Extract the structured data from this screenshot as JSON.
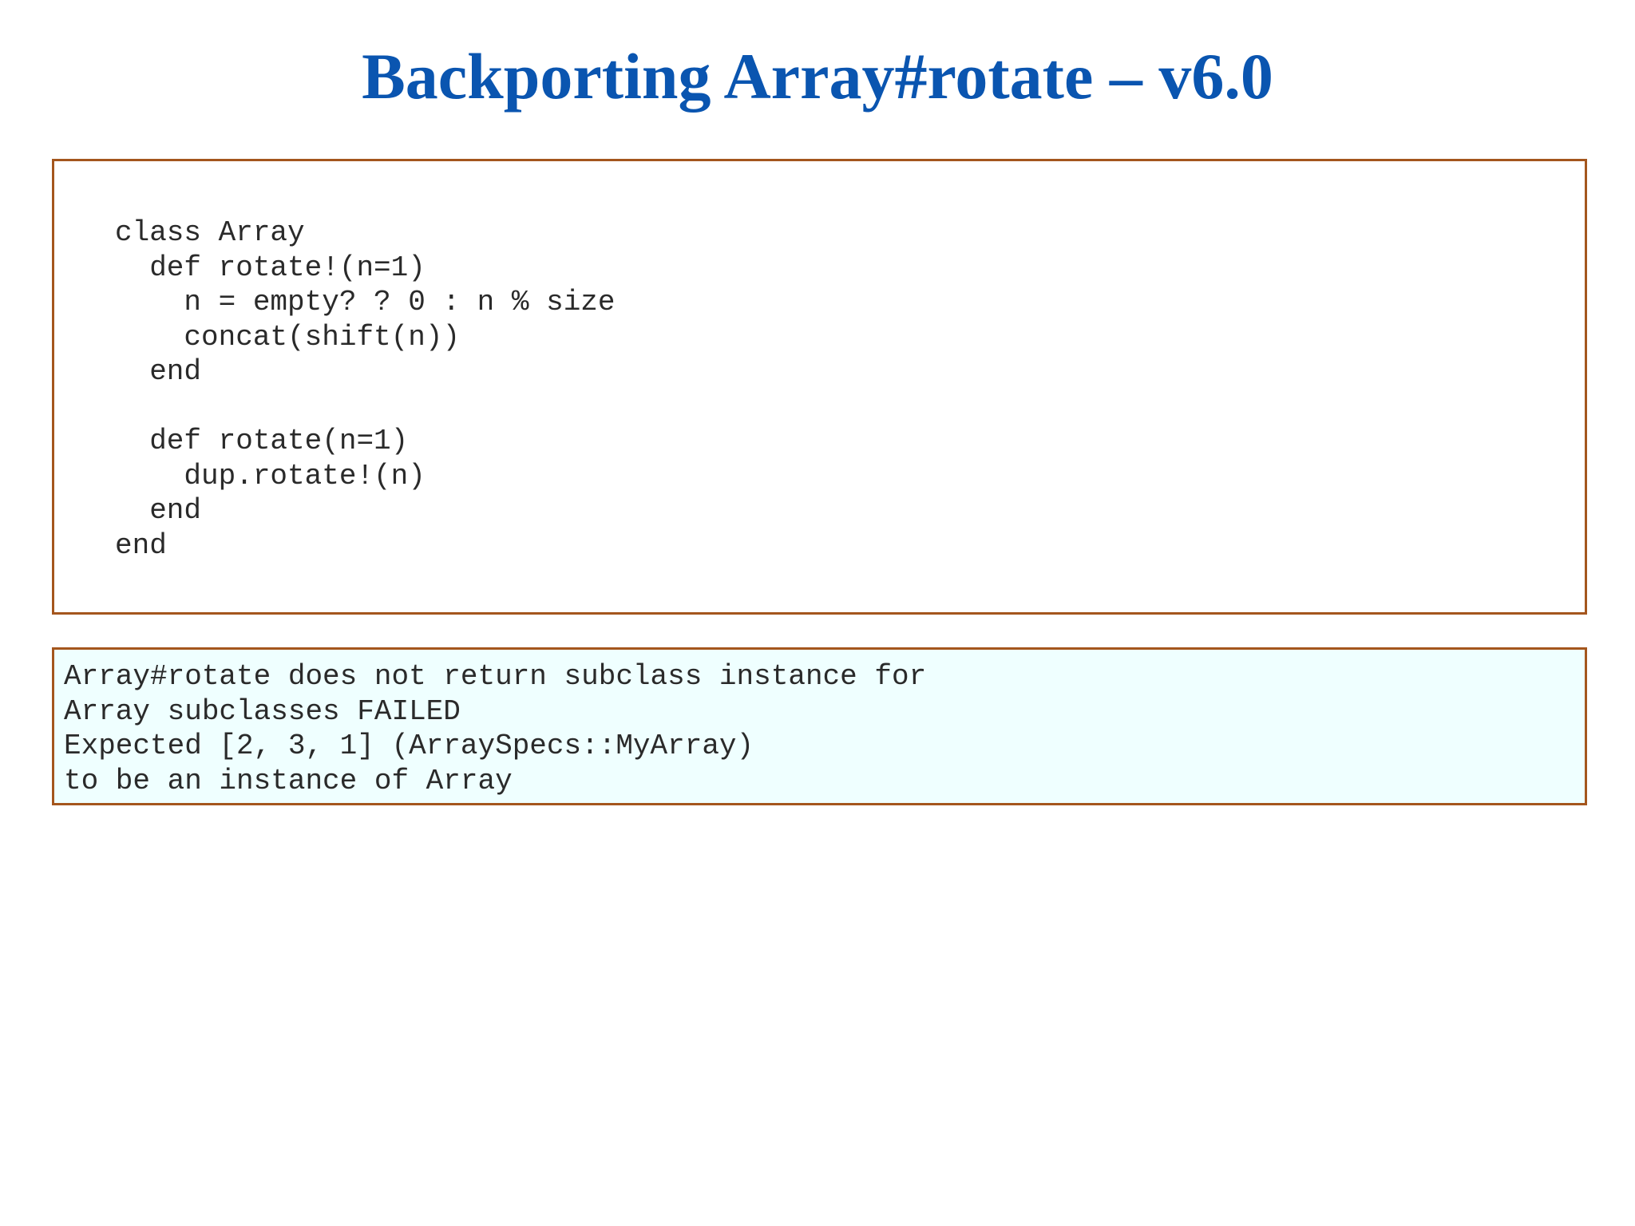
{
  "slide": {
    "title": "Backporting Array#rotate – v6.0"
  },
  "code_block": {
    "lines": [
      "class Array",
      "  def rotate!(n=1)",
      "    n = empty? ? 0 : n % size",
      "    concat(shift(n))",
      "  end",
      "",
      "  def rotate(n=1)",
      "    dup.rotate!(n)",
      "  end",
      "end"
    ]
  },
  "output_block": {
    "lines": [
      "Array#rotate does not return subclass instance for",
      "Array subclasses FAILED",
      "Expected [2, 3, 1] (ArraySpecs::MyArray)",
      "to be an instance of Array"
    ]
  }
}
